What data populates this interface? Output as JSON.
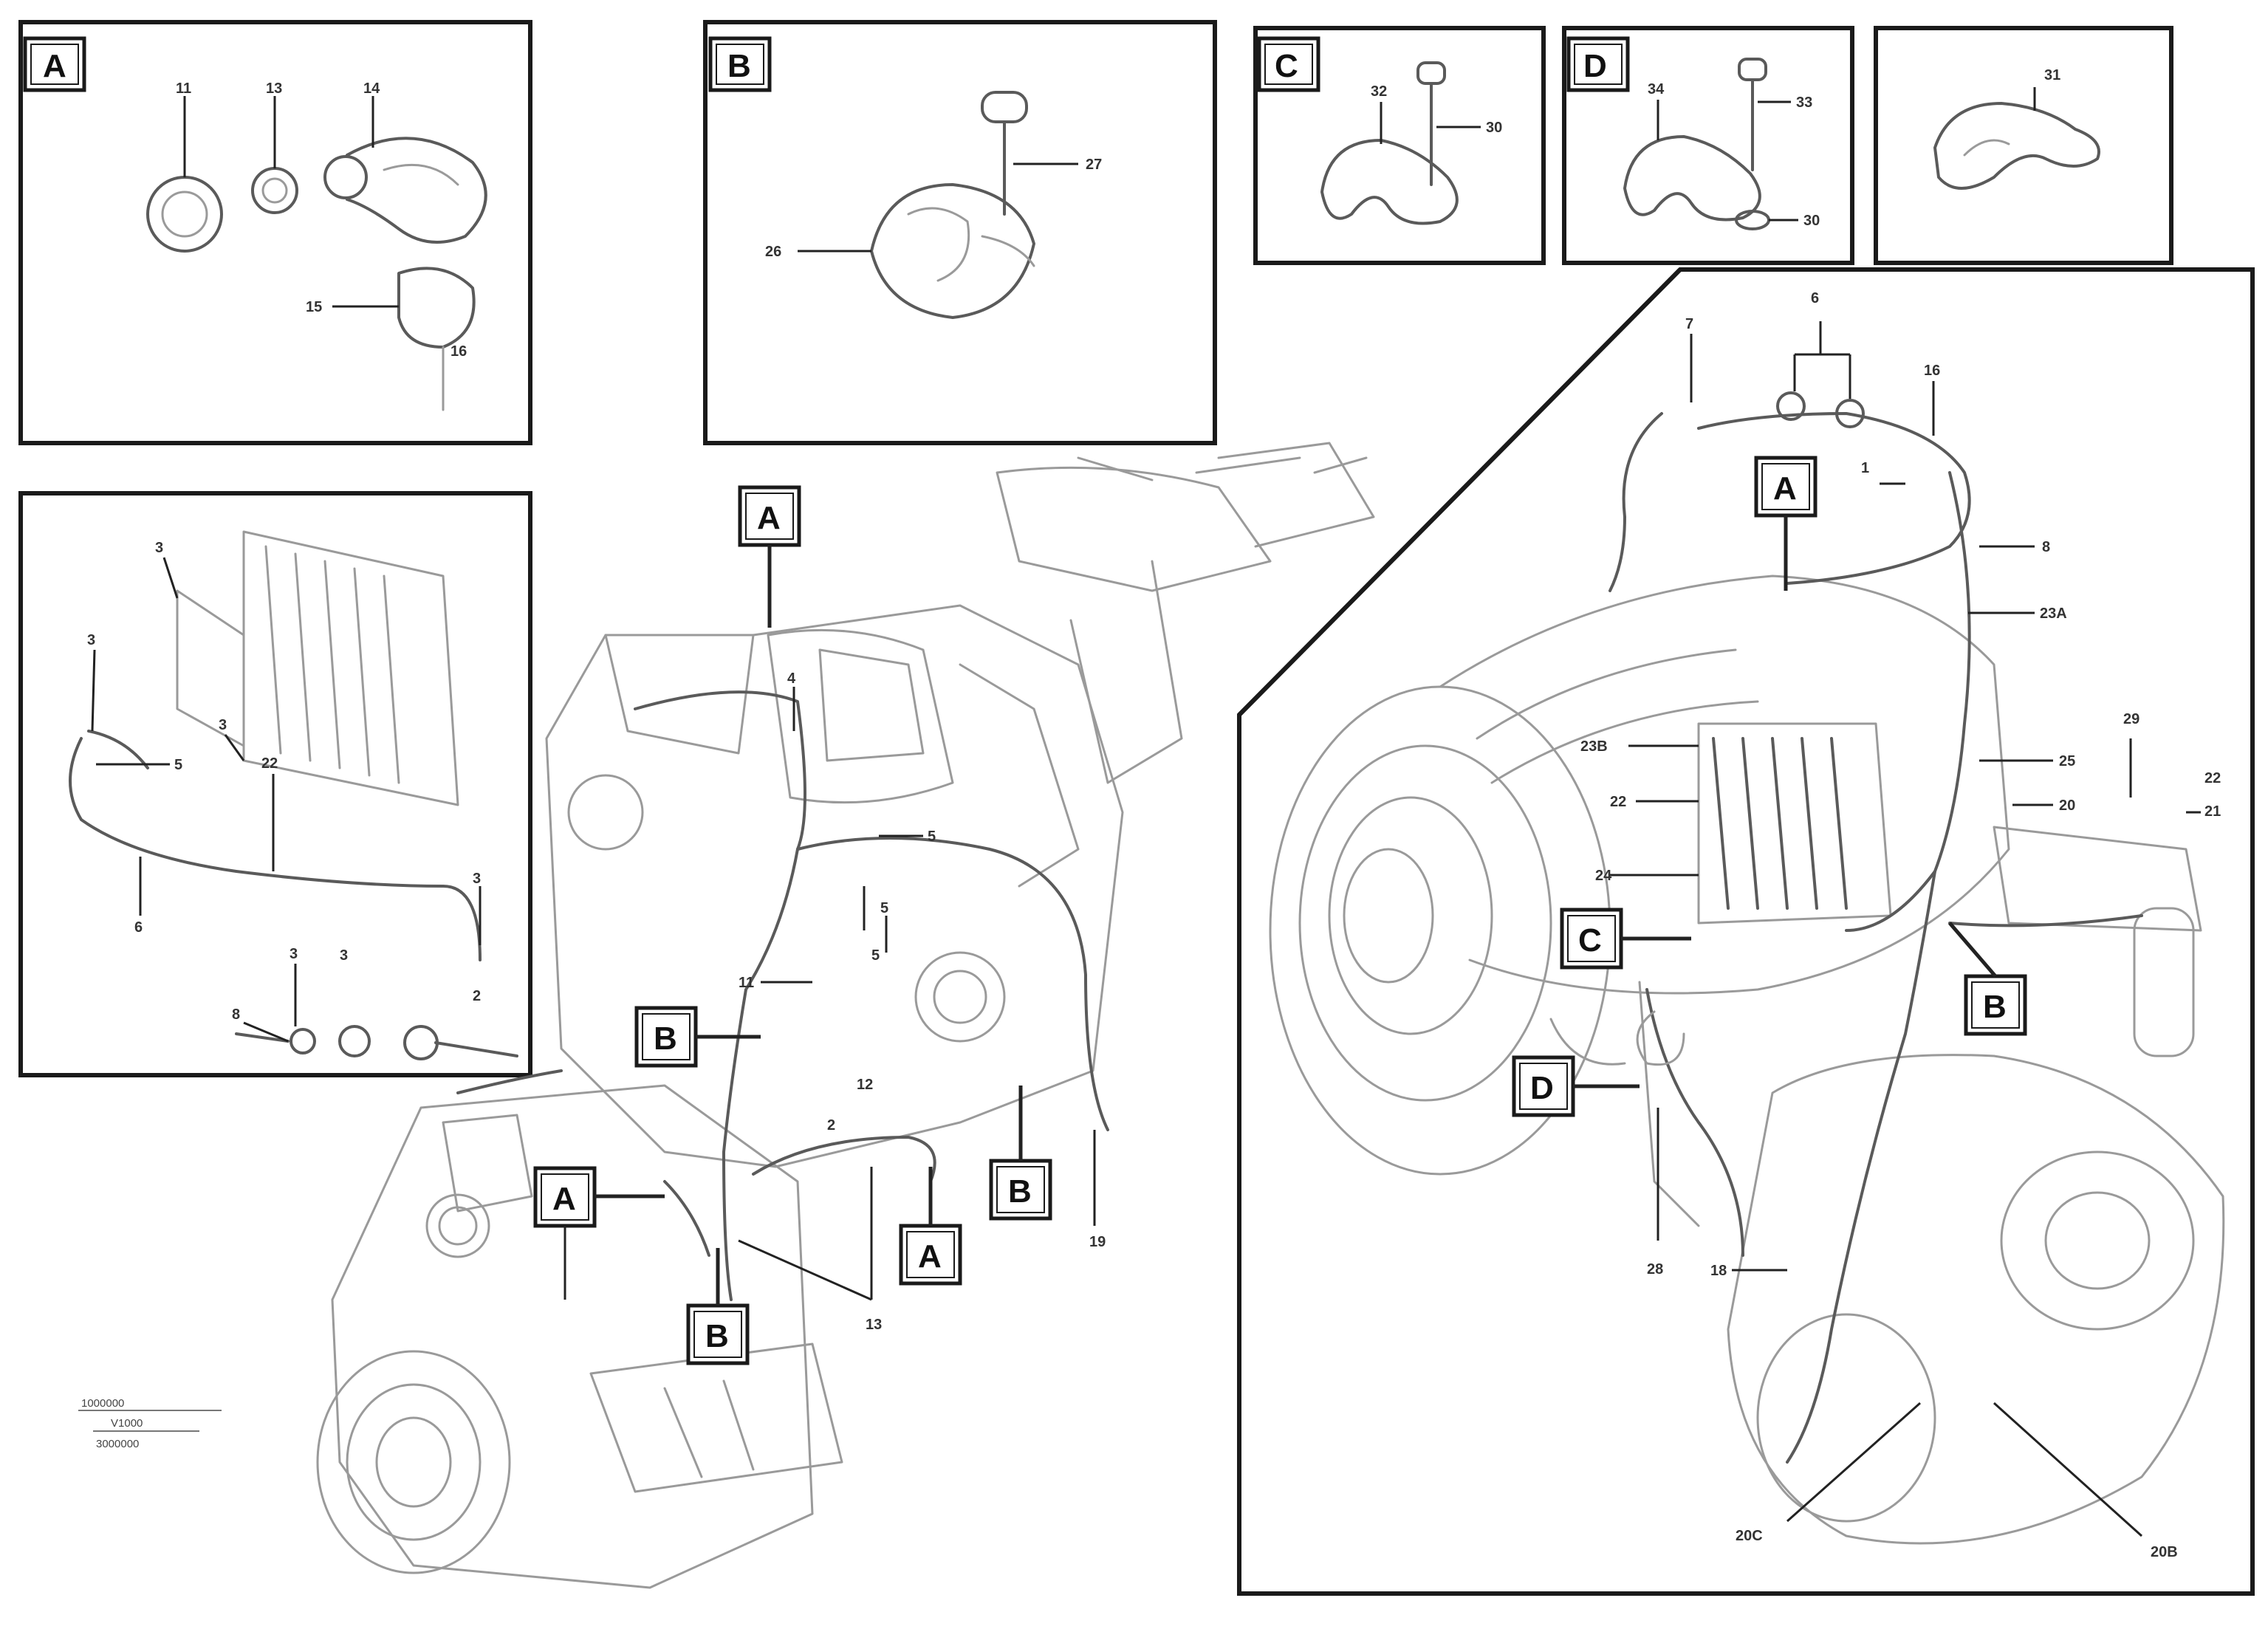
{
  "detail_views": {
    "A": {
      "label": "A",
      "parts": [
        "11",
        "13",
        "14",
        "15",
        "16"
      ]
    },
    "B": {
      "label": "B",
      "parts": [
        "27",
        "26"
      ]
    },
    "C": {
      "label": "C",
      "parts": [
        "32",
        "30"
      ]
    },
    "D": {
      "label": "D",
      "parts": [
        "34",
        "33",
        "30"
      ]
    },
    "E": {
      "parts": [
        "31"
      ]
    }
  },
  "left_inset": {
    "parts": [
      "3",
      "3",
      "5",
      "6",
      "3",
      "22",
      "3",
      "3",
      "3",
      "2",
      "8"
    ]
  },
  "main_callouts": [
    "A",
    "B",
    "A",
    "A",
    "B",
    "B"
  ],
  "main_parts": [
    "4",
    "5",
    "5",
    "11",
    "12",
    "19",
    "2",
    "5",
    "13"
  ],
  "right_inset": {
    "callouts": [
      "A",
      "C",
      "D",
      "B"
    ],
    "parts": [
      "7",
      "6",
      "16",
      "1",
      "8",
      "23A",
      "23B",
      "22",
      "24",
      "25",
      "20",
      "29",
      "22",
      "21",
      "28",
      "18",
      "20C",
      "20B"
    ]
  },
  "doc_reference": [
    "1000000",
    "V1000",
    "3000000"
  ]
}
